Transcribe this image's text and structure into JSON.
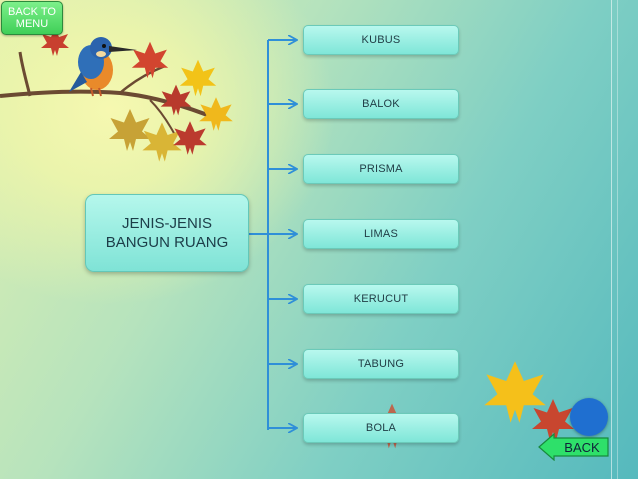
{
  "nav": {
    "back_to_menu": "BACK TO\nMENU",
    "back": "BACK"
  },
  "diagram": {
    "root": "JENIS-JENIS\nBANGUN RUANG",
    "items": [
      "KUBUS",
      "BALOK",
      "PRISMA",
      "LIMAS",
      "KERUCUT",
      "TABUNG",
      "BOLA"
    ]
  },
  "colors": {
    "box_fill": "#8fead9",
    "connector": "#2f8fd8",
    "back_menu_bg": "#4bd862",
    "circle_button": "#1f6fd0",
    "back_button_bg": "#2ee06a"
  },
  "icons": {
    "bird": "kingfisher-bird-illustration",
    "leaves": "maple-leaf-icon"
  }
}
